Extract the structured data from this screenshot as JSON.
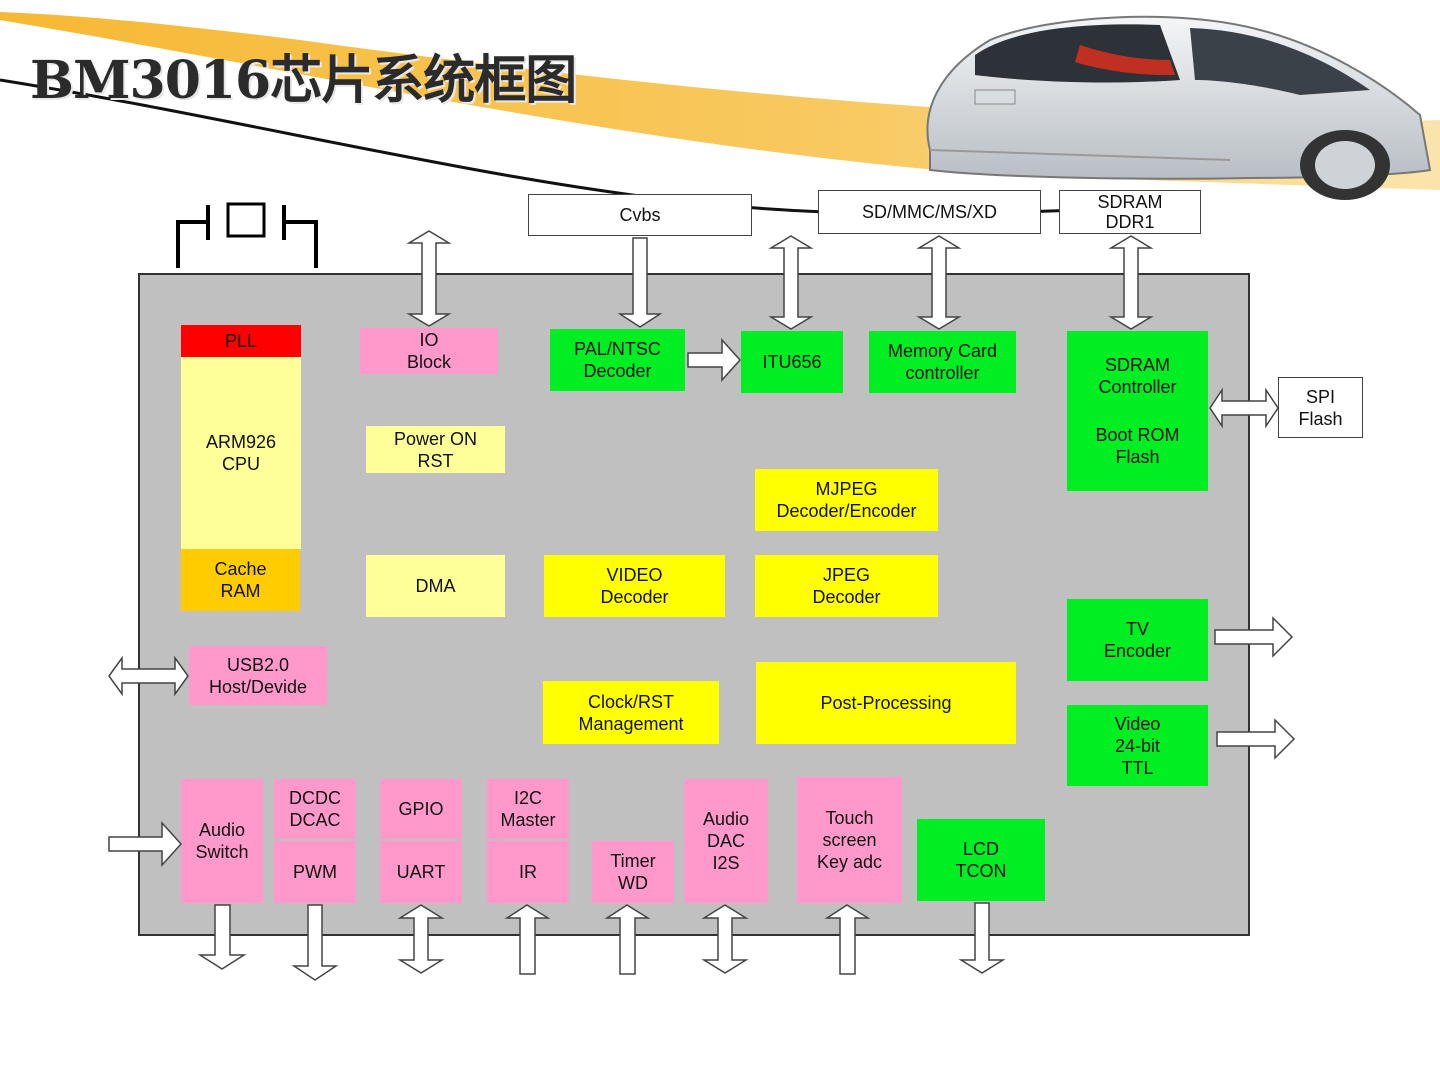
{
  "title": "BM3016芯片系统框图",
  "colors": {
    "chip_bg": "#c0c0c0",
    "green": "#00ee22",
    "pink": "#ff99cc",
    "yellow": "#ffff00",
    "light_yellow": "#ffff99",
    "orange": "#ffcc00",
    "red": "#ff0000",
    "swoosh": "#f2a91c"
  },
  "external": {
    "cvbs": "Cvbs",
    "sd": "SD/MMC/MS/XD",
    "sdram": "SDRAM\nDDR1",
    "spi": "SPI\nFlash"
  },
  "blocks": {
    "pll": "PLL",
    "arm": "ARM926\nCPU",
    "cache": "Cache\nRAM",
    "io": "IO\nBlock",
    "power": "Power ON\nRST",
    "dma": "DMA",
    "usb": "USB2.0\nHost/Devide",
    "pal": "PAL/NTSC\nDecoder",
    "itu": "ITU656",
    "memcard": "Memory Card\ncontroller",
    "sdramctl": "SDRAM\nController",
    "bootrom": "Boot ROM\nFlash",
    "mjpeg": "MJPEG\nDecoder/Encoder",
    "video": "VIDEO\nDecoder",
    "jpeg": "JPEG\nDecoder",
    "tv": "TV\nEncoder",
    "clock": "Clock/RST\nManagement",
    "post": "Post-Processing",
    "video24": "Video\n24-bit\nTTL",
    "audio_switch": "Audio\nSwitch",
    "dcdc": "DCDC\nDCAC",
    "pwm": "PWM",
    "gpio": "GPIO",
    "uart": "UART",
    "i2c": "I2C\nMaster",
    "ir": "IR",
    "timer": "Timer\nWD",
    "audio_dac": "Audio\nDAC\nI2S",
    "touch": "Touch\nscreen\nKey adc",
    "lcd": "LCD\nTCON"
  }
}
